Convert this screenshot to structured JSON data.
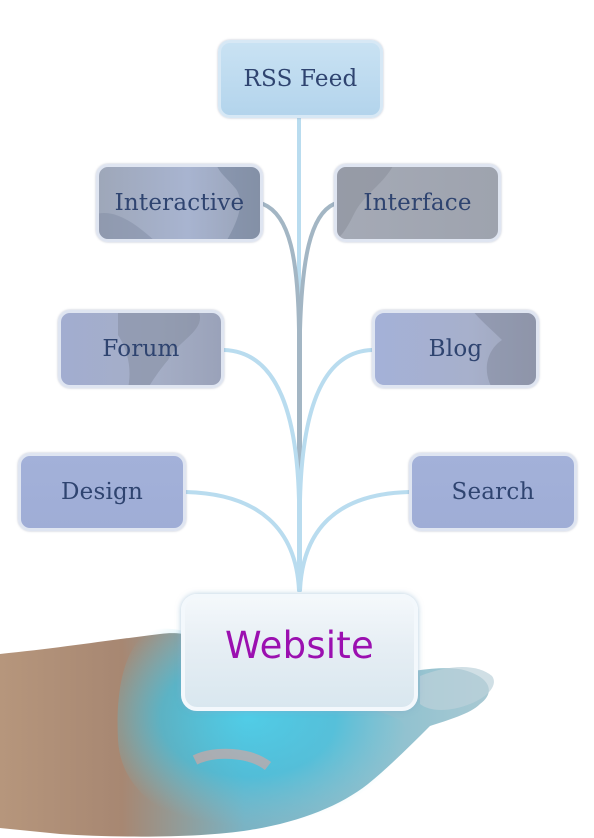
{
  "diagram": {
    "center": {
      "label": "Website"
    },
    "nodes": [
      {
        "id": "rss-feed",
        "label": "RSS Feed"
      },
      {
        "id": "interactive",
        "label": "Interactive"
      },
      {
        "id": "interface",
        "label": "Interface"
      },
      {
        "id": "forum",
        "label": "Forum"
      },
      {
        "id": "blog",
        "label": "Blog"
      },
      {
        "id": "design",
        "label": "Design"
      },
      {
        "id": "search",
        "label": "Search"
      }
    ],
    "colors": {
      "center_text": "#9b10b0",
      "node_text": "#2f4470",
      "connector": "#b5d9ec",
      "hand_glow": "#39c4e3"
    }
  }
}
